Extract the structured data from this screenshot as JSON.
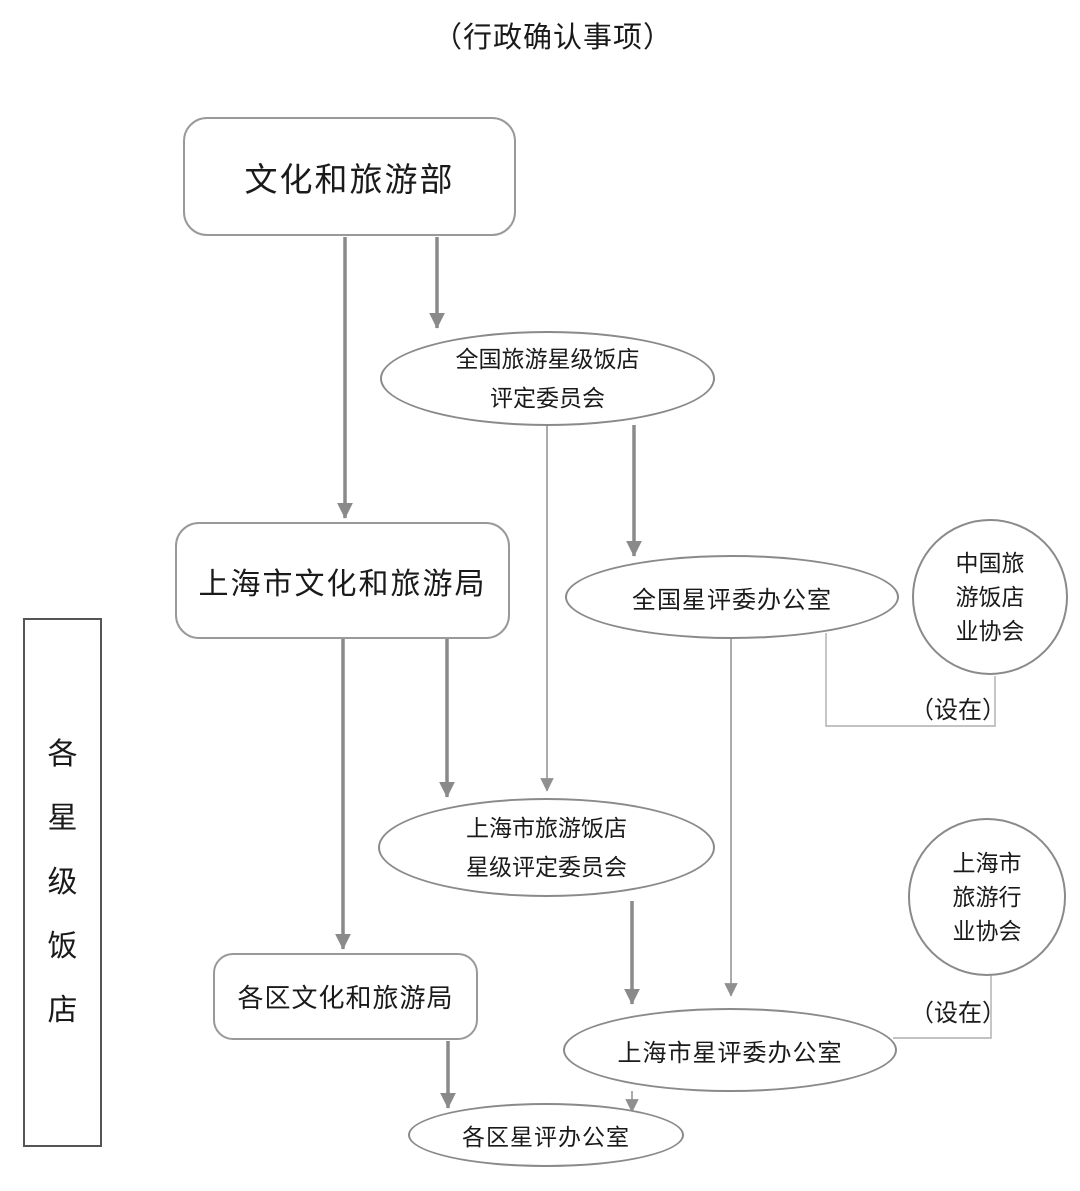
{
  "title": "（行政确认事项）",
  "colors": {
    "box_border": "#999999",
    "oval_border": "#8a8a8a",
    "hotel_box_border": "#555555",
    "thick_arrow": "#8a8a8a",
    "thin_arrow": "#8f8f8f",
    "connector_line": "#adadad",
    "text": "#1a1a1a",
    "background": "#ffffff"
  },
  "nodes": {
    "ministry": {
      "label": "文化和旅游部"
    },
    "national_star_committee": {
      "label": "全国旅游星级饭店\n评定委员会"
    },
    "shanghai_bureau": {
      "label": "上海市文化和旅游局"
    },
    "national_star_office": {
      "label": "全国星评委办公室"
    },
    "china_hotel_association": {
      "label": "中国旅\n游饭店\n业协会"
    },
    "star_hotels": {
      "label": "各\n星\n级\n饭\n店"
    },
    "shanghai_star_committee": {
      "label": "上海市旅游饭店\n星级评定委员会"
    },
    "shanghai_tourism_association": {
      "label": "上海市\n旅游行\n业协会"
    },
    "district_bureau": {
      "label": "各区文化和旅游局"
    },
    "shanghai_star_office": {
      "label": "上海市星评委办公室"
    },
    "district_star_office": {
      "label": "各区星评办公室"
    }
  },
  "annotations": {
    "located_in_top": "（设在）",
    "located_in_bottom": "（设在）"
  }
}
